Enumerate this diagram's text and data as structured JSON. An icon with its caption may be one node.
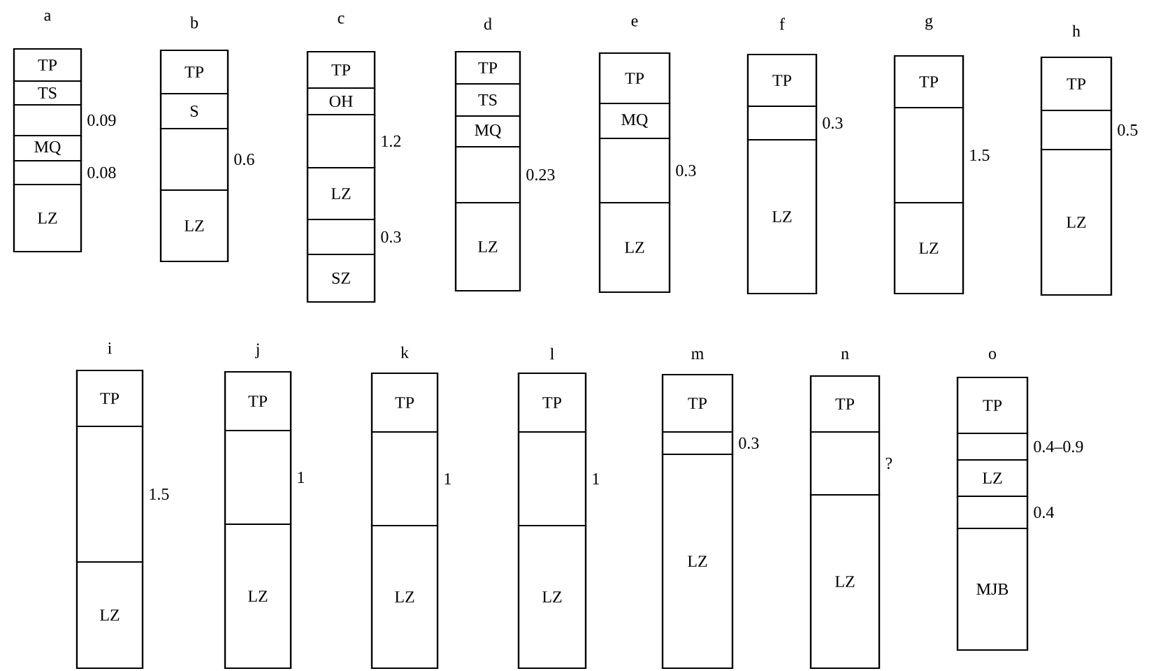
{
  "diagram": {
    "nodes": [
      {
        "text": [
          "a"
        ]
      },
      {
        "text": [
          "TP"
        ],
        "in": 0
      },
      {
        "text": [
          "TS"
        ],
        "in": 0
      },
      {
        "text": [],
        "shape": "box",
        "in": 0,
        "beside": [
          "0.09"
        ]
      },
      {
        "text": [
          "MQ"
        ],
        "in": 0
      },
      {
        "text": [],
        "shape": "box",
        "in": 0,
        "beside": [
          "0.08"
        ]
      },
      {
        "text": [
          "LZ"
        ],
        "in": 0
      },
      {
        "text": [
          "b"
        ]
      },
      {
        "text": [
          "TP"
        ],
        "in": 7
      },
      {
        "text": [
          "S"
        ],
        "in": 7
      },
      {
        "text": [],
        "shape": "box",
        "in": 7,
        "beside": [
          "0.6"
        ]
      },
      {
        "text": [
          "LZ"
        ],
        "in": 7
      },
      {
        "text": [
          "c"
        ]
      },
      {
        "text": [
          "TP"
        ],
        "in": 12
      },
      {
        "text": [
          "OH"
        ],
        "in": 12
      },
      {
        "text": [],
        "shape": "box",
        "in": 12,
        "beside": [
          "1.2"
        ]
      },
      {
        "text": [
          "LZ"
        ],
        "in": 12
      },
      {
        "text": [],
        "shape": "box",
        "in": 12,
        "beside": [
          "0.3"
        ]
      },
      {
        "text": [
          "SZ"
        ],
        "in": 12
      },
      {
        "text": [
          "d"
        ]
      },
      {
        "text": [
          "TP"
        ],
        "in": 19
      },
      {
        "text": [
          "TS"
        ],
        "in": 19
      },
      {
        "text": [
          "MQ"
        ],
        "in": 19
      },
      {
        "text": [],
        "shape": "box",
        "in": 19,
        "beside": [
          "0.23"
        ]
      },
      {
        "text": [
          "LZ"
        ],
        "in": 19
      },
      {
        "text": [
          "e"
        ]
      },
      {
        "text": [
          "TP"
        ],
        "in": 25
      },
      {
        "text": [
          "MQ"
        ],
        "in": 25
      },
      {
        "text": [],
        "shape": "box",
        "in": 25,
        "beside": [
          "0.3"
        ]
      },
      {
        "text": [
          "LZ"
        ],
        "in": 25
      },
      {
        "text": [
          "f"
        ]
      },
      {
        "text": [
          "TP"
        ],
        "in": 30
      },
      {
        "text": [],
        "shape": "box",
        "in": 30,
        "beside": [
          "0.3"
        ]
      },
      {
        "text": [
          "LZ"
        ],
        "in": 30
      },
      {
        "text": [
          "g"
        ]
      },
      {
        "text": [
          "TP"
        ],
        "in": 34
      },
      {
        "text": [],
        "shape": "box",
        "in": 34,
        "beside": [
          "1.5"
        ]
      },
      {
        "text": [
          "LZ"
        ],
        "in": 34
      },
      {
        "text": [
          "h"
        ]
      },
      {
        "text": [
          "TP"
        ],
        "in": 38
      },
      {
        "text": [],
        "shape": "box",
        "in": 38,
        "beside": [
          "0.5"
        ]
      },
      {
        "text": [
          "LZ"
        ],
        "in": 38
      },
      {
        "text": [
          "i"
        ]
      },
      {
        "text": [
          "TP"
        ],
        "in": 42
      },
      {
        "text": [],
        "shape": "box",
        "in": 42,
        "beside": [
          "1.5"
        ]
      },
      {
        "text": [
          "LZ"
        ],
        "in": 42
      },
      {
        "text": [
          "j"
        ]
      },
      {
        "text": [
          "TP"
        ],
        "in": 46
      },
      {
        "text": [],
        "shape": "box",
        "in": 46,
        "beside": [
          "1"
        ]
      },
      {
        "text": [
          "LZ"
        ],
        "in": 46
      },
      {
        "text": [
          "k"
        ]
      },
      {
        "text": [
          "TP"
        ],
        "in": 50
      },
      {
        "text": [],
        "shape": "box",
        "in": 50,
        "beside": [
          "1"
        ]
      },
      {
        "text": [
          "LZ"
        ],
        "in": 50
      },
      {
        "text": [
          "l"
        ]
      },
      {
        "text": [
          "TP"
        ],
        "in": 54
      },
      {
        "text": [],
        "shape": "box",
        "in": 54,
        "beside": [
          "1"
        ]
      },
      {
        "text": [
          "LZ"
        ],
        "in": 54
      },
      {
        "text": [
          "m"
        ]
      },
      {
        "text": [
          "TP"
        ],
        "in": 58
      },
      {
        "text": [],
        "shape": "box",
        "in": 58,
        "beside": [
          "0.3"
        ]
      },
      {
        "text": [
          "LZ"
        ],
        "in": 58
      },
      {
        "text": [
          "n"
        ]
      },
      {
        "text": [
          "TP"
        ],
        "in": 62
      },
      {
        "text": [],
        "shape": "box",
        "in": 62,
        "beside": [
          "?"
        ]
      },
      {
        "text": [
          "LZ"
        ],
        "in": 62
      },
      {
        "text": [
          "o"
        ]
      },
      {
        "text": [
          "TP"
        ],
        "in": 66
      },
      {
        "text": [],
        "shape": "box",
        "in": 66,
        "beside": [
          "0.4–0.9"
        ]
      },
      {
        "text": [
          "LZ"
        ],
        "in": 66
      },
      {
        "text": [],
        "shape": "box",
        "in": 66,
        "beside": [
          "0.4"
        ]
      },
      {
        "text": [
          "MJB"
        ],
        "in": 66
      }
    ]
  }
}
